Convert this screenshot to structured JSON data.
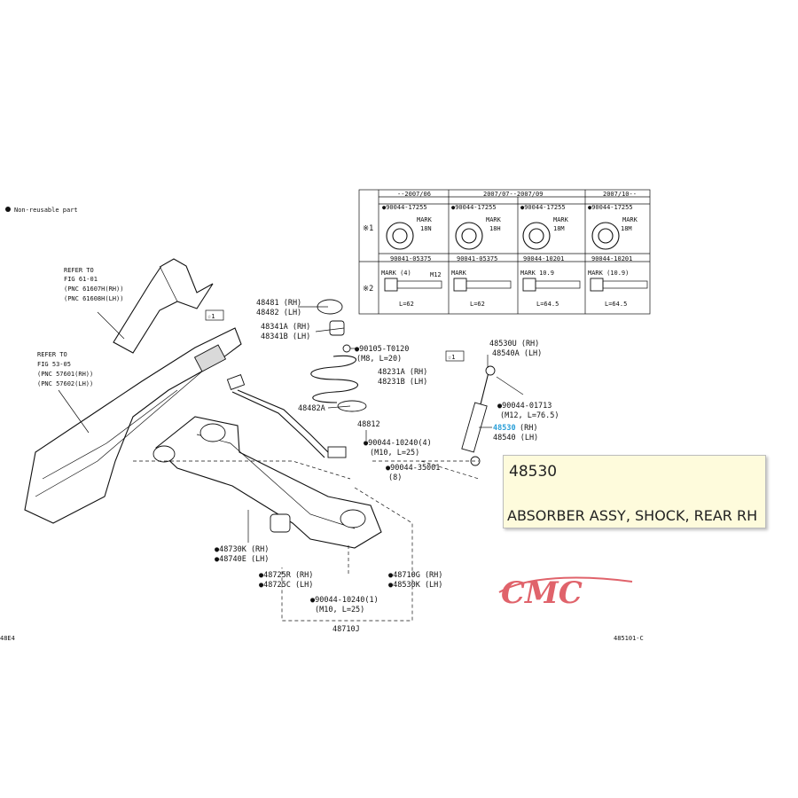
{
  "legend": {
    "bullet_text": "Non-reusable part"
  },
  "refs": {
    "ref1_line1": "REFER TO",
    "ref1_line2": "FIG 61-01",
    "ref1_line3": "(PNC 61607H(RH))",
    "ref1_line4": "(PNC 61608H(LH))",
    "ref2_line1": "REFER TO",
    "ref2_line2": "FIG 53-05",
    "ref2_line3": "(PNC 57601(RH))",
    "ref2_line4": "(PNC 57602(LH))"
  },
  "table": {
    "col_headers": [
      "--2007/06",
      "2007/07--2007/09",
      "2007/10--"
    ],
    "row1_marker": "※1",
    "row2_marker": "※2",
    "row1_parts": [
      "●90044-17255",
      "●90044-17255",
      "●90044-17255",
      "●90044-17255"
    ],
    "row1_marks": [
      "MARK\n18N",
      "MARK\n18H",
      "MARK\n18M",
      "MARK\n18M"
    ],
    "row1_bottom": [
      "90041-05375",
      "90041-05375",
      "90044-10201",
      "90044-10201"
    ],
    "row2_marks": [
      "MARK (4)",
      "MARK",
      "MARK 10.9",
      "MARK (10.9)"
    ],
    "row2_len": [
      "L=62",
      "L=62",
      "L=64.5",
      "L=64.5"
    ],
    "row2_size": "M12"
  },
  "labels": {
    "star1": "☆1",
    "star2": "☆1",
    "p48481": "48481 (RH)",
    "p48482": "48482 (LH)",
    "p48341a": "48341A (RH)",
    "p48341b": "48341B (LH)",
    "p90105": "●90105-T0120",
    "p90105b": "(M8, L=20)",
    "p48231a": "48231A (RH)",
    "p48231b": "48231B (LH)",
    "p48482a": "48482A",
    "p48812": "48812",
    "p90044a": "●90044-10240(4)",
    "p90044a2": "(M10, L=25)",
    "p90044b": "●90044-35001",
    "p90044b2": "(8)",
    "p48530u": "48530U (RH)",
    "p48540a": "48540A (LH)",
    "p90044c": "●90044-01713",
    "p90044c2": "(M12, L=76.5)",
    "p48530": "48530",
    "p48530_suffix": "(RH)",
    "p48540": "48540 (LH)",
    "p48730k": "●48730K (RH)",
    "p48740e": "●48740E (LH)",
    "p48725r": "●48725R (RH)",
    "p48725c": "●48725C (LH)",
    "p90044d": "●90044-10240(1)",
    "p90044d2": "(M10, L=25)",
    "p48710g": "●48710G (RH)",
    "p48530k": "●48530K (LH)",
    "p48710j": "48710J",
    "corner_left": "48E4",
    "corner_right": "485101-C"
  },
  "tooltip": {
    "part_number": "48530",
    "part_name": "ABSORBER ASSY, SHOCK, REAR RH"
  },
  "watermark": {
    "text": "CMC",
    "color": "#e0636b"
  }
}
